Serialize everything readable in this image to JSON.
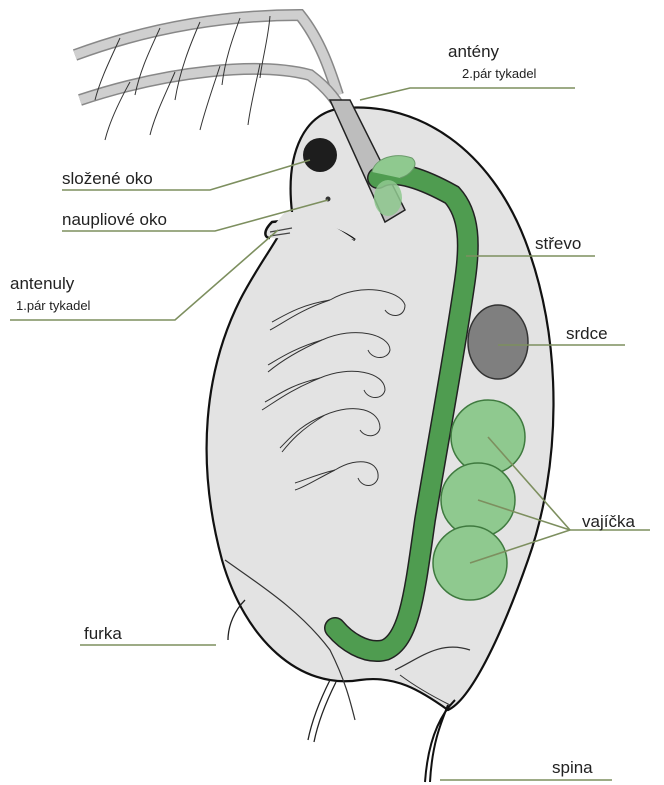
{
  "labels": {
    "anteny": "antény",
    "anteny_sub": "2.pár tykadel",
    "slozene_oko": "složené oko",
    "naupliove_oko": "naupliové oko",
    "antenuly": "antenuly",
    "antenuly_sub": "1.pár tykadel",
    "strevo": "střevo",
    "srdce": "srdce",
    "vajicka": "vajíčka",
    "furka": "furka",
    "spina": "spina"
  },
  "colors": {
    "body_fill": "#e3e3e3",
    "outline": "#111111",
    "leader": "#7d8f5f",
    "gut": "#4f9c50",
    "egg": "#8fc98f",
    "heart": "#7f7f7f",
    "antenna": "#c9c9c9"
  }
}
